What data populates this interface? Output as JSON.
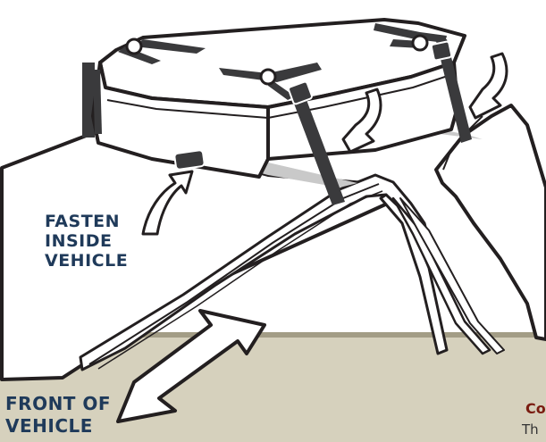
{
  "labels": {
    "fasten_line1": "FASTEN",
    "fasten_line2": "INSIDE",
    "fasten_line3": "VEHICLE",
    "front_line1": "FRONT OF",
    "front_line2": "VEHICLE",
    "cut_heading": "Co",
    "cut_body": "Th"
  },
  "colors": {
    "outline": "#231f20",
    "strap": "#3a3a3c",
    "ground": "#d6d1bd",
    "ground_edge": "#a39d86",
    "shadow": "#c9c9c9",
    "label_text": "#1f3a5a",
    "heading_text": "#7a1c10"
  }
}
